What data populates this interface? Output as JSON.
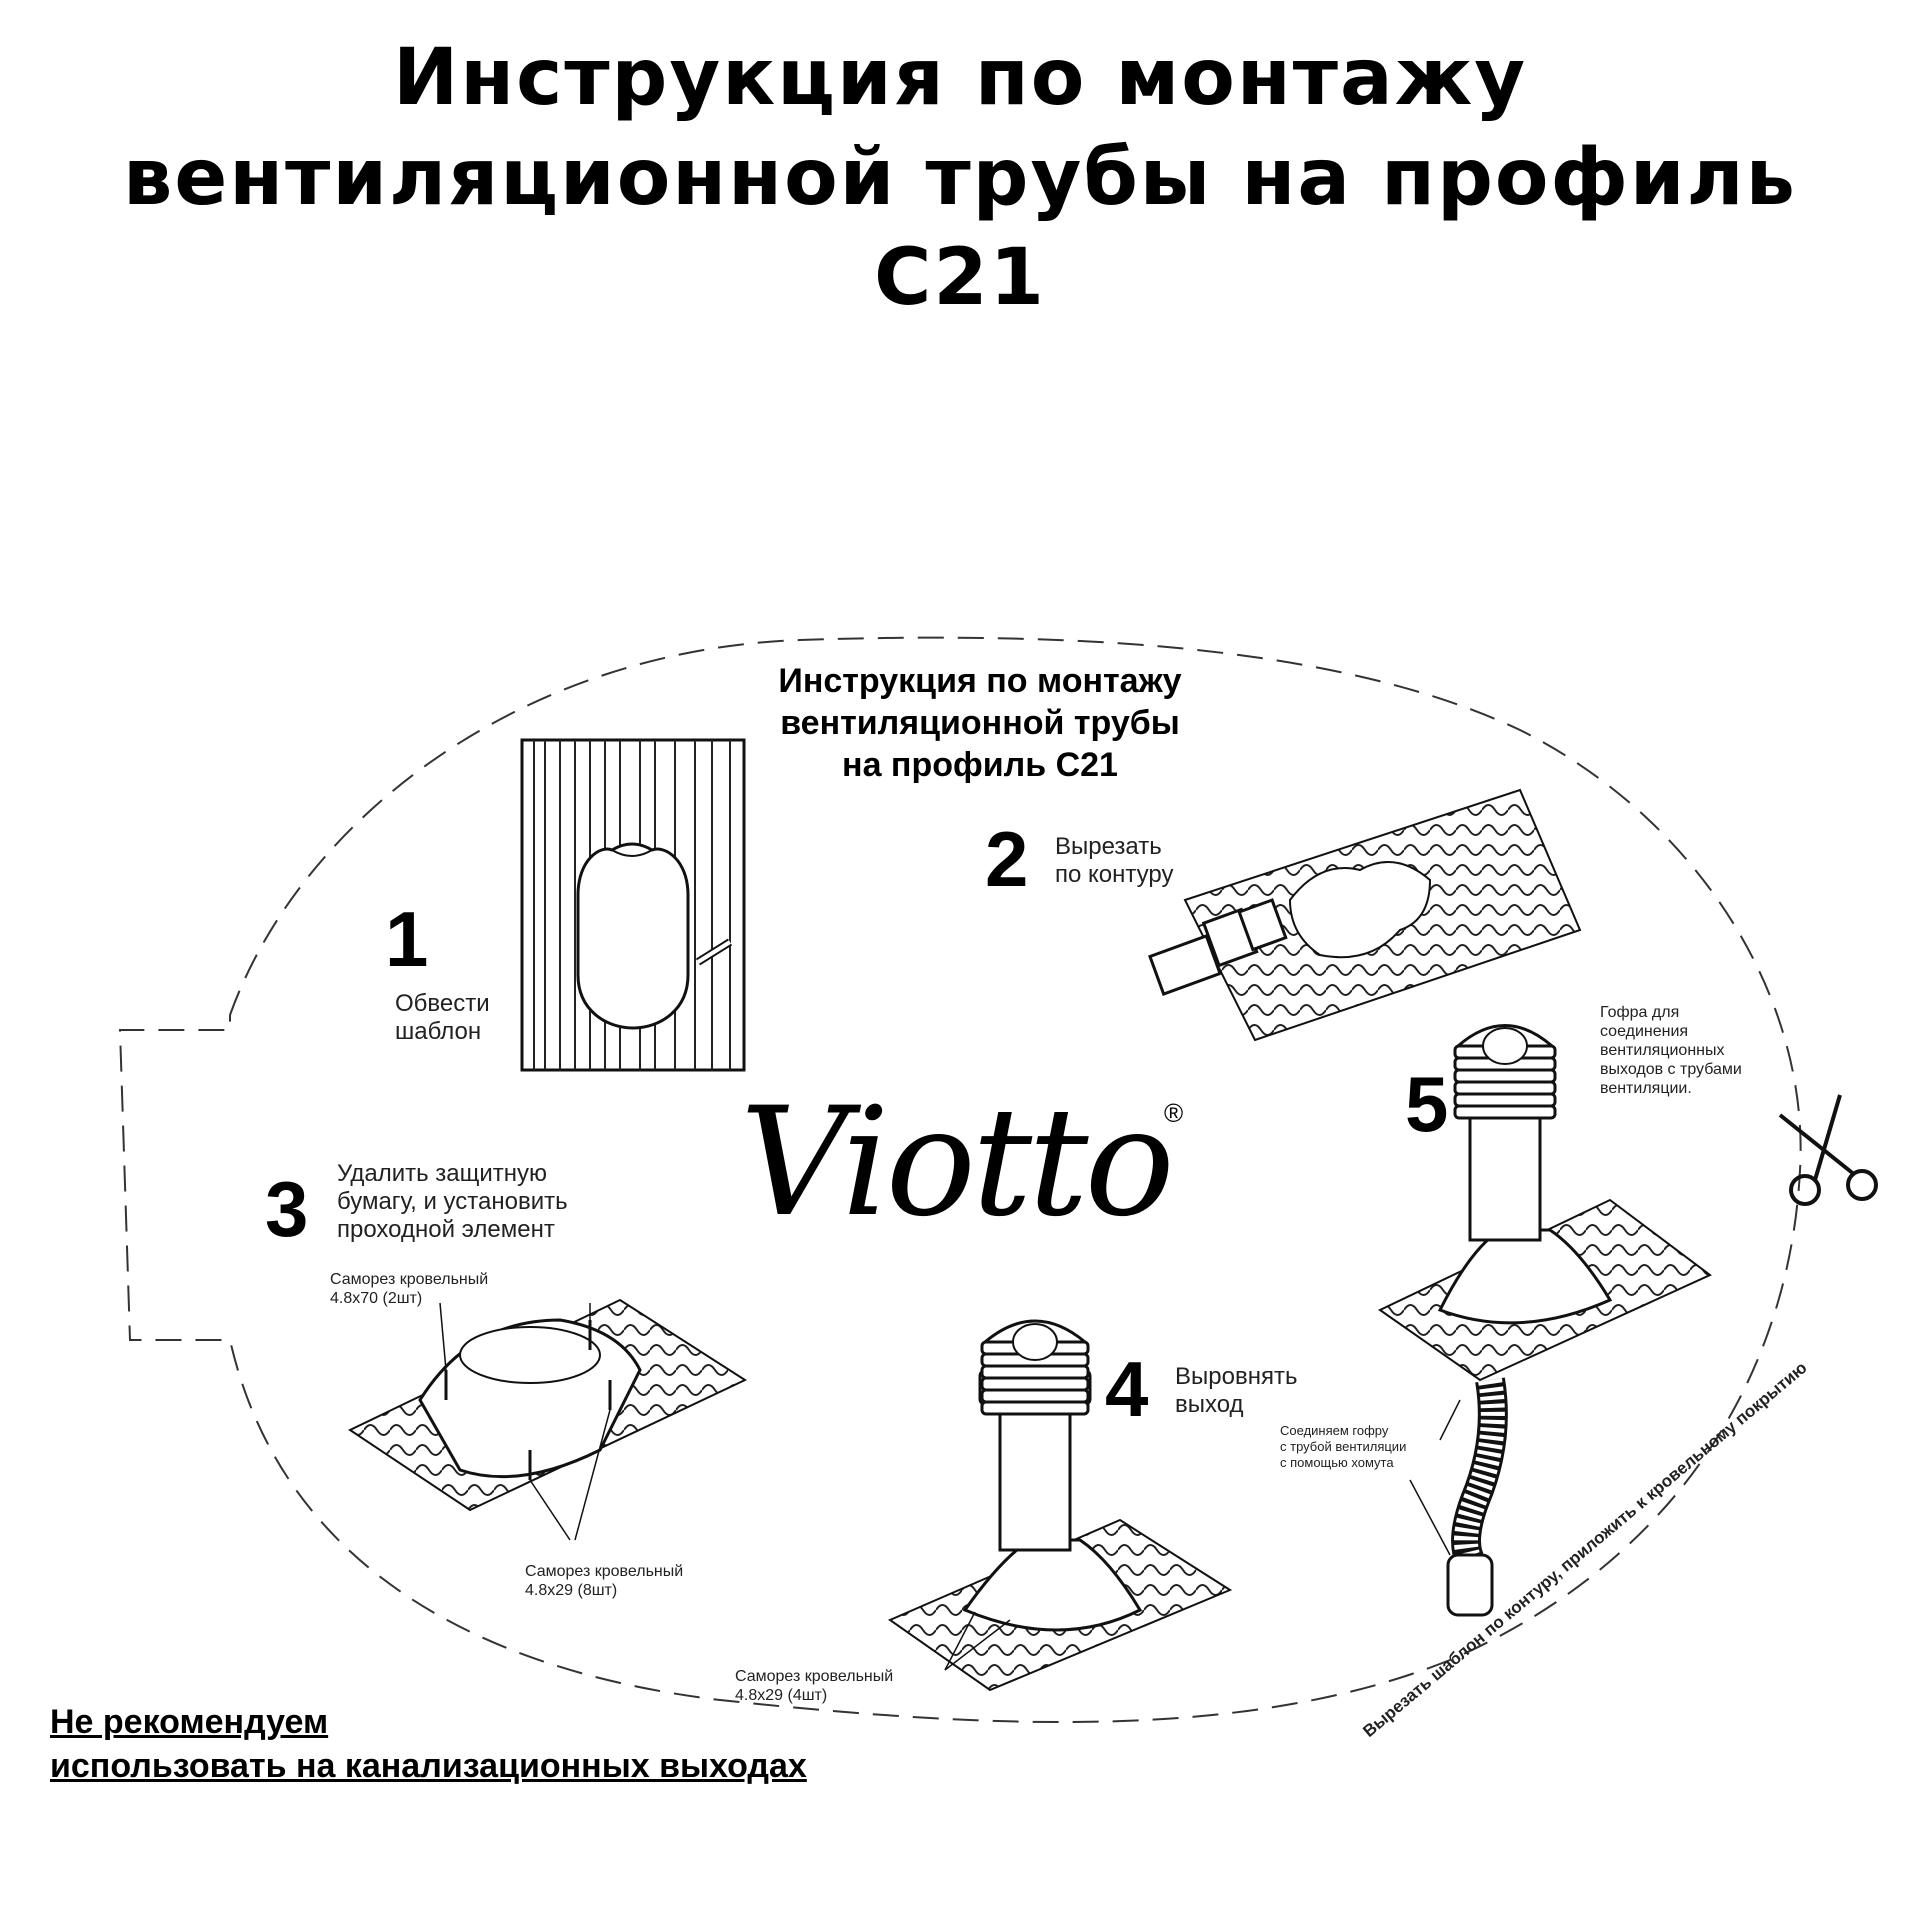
{
  "header": {
    "title_line1": "Инструкция по монтажу",
    "title_line2": "вентиляционной трубы на профиль",
    "title_line3": "С21"
  },
  "template": {
    "title_line1": "Инструкция по монтажу",
    "title_line2": "вентиляционной трубы",
    "title_line3": "на профиль С21",
    "brand": "Viotto",
    "brand_mark": "®",
    "cut_instruction": "Вырезать шаблон по контуру, приложить к кровельному покрытию"
  },
  "steps": [
    {
      "number": "1",
      "line1": "Обвести",
      "line2": "шаблон"
    },
    {
      "number": "2",
      "line1": "Вырезать",
      "line2": "по контуру"
    },
    {
      "number": "3",
      "line1": "Удалить защитную",
      "line2": "бумагу, и установить",
      "line3": "проходной элемент"
    },
    {
      "number": "4",
      "line1": "Выровнять",
      "line2": "выход"
    },
    {
      "number": "5",
      "line1": "Гофра для",
      "line2": "соединения",
      "line3": "вентиляционных",
      "line4": "выходов с трубами",
      "line5": "вентиляции."
    }
  ],
  "callouts": {
    "screw_70_line1": "Саморез кровельный",
    "screw_70_line2": "4.8х70 (2шт)",
    "screw_29_8_line1": "Саморез кровельный",
    "screw_29_8_line2": "4.8х29 (8шт)",
    "screw_29_4_line1": "Саморез кровельный",
    "screw_29_4_line2": "4.8х29 (4шт)",
    "clamp_line1": "Соединяем гофру",
    "clamp_line2": "с трубой вентиляции",
    "clamp_line3": "с помощью хомута"
  },
  "footer": {
    "warning_line1": "Не рекомендуем",
    "warning_line2": "использовать на канализационных выходах"
  },
  "icons": [
    "scissors-icon"
  ]
}
